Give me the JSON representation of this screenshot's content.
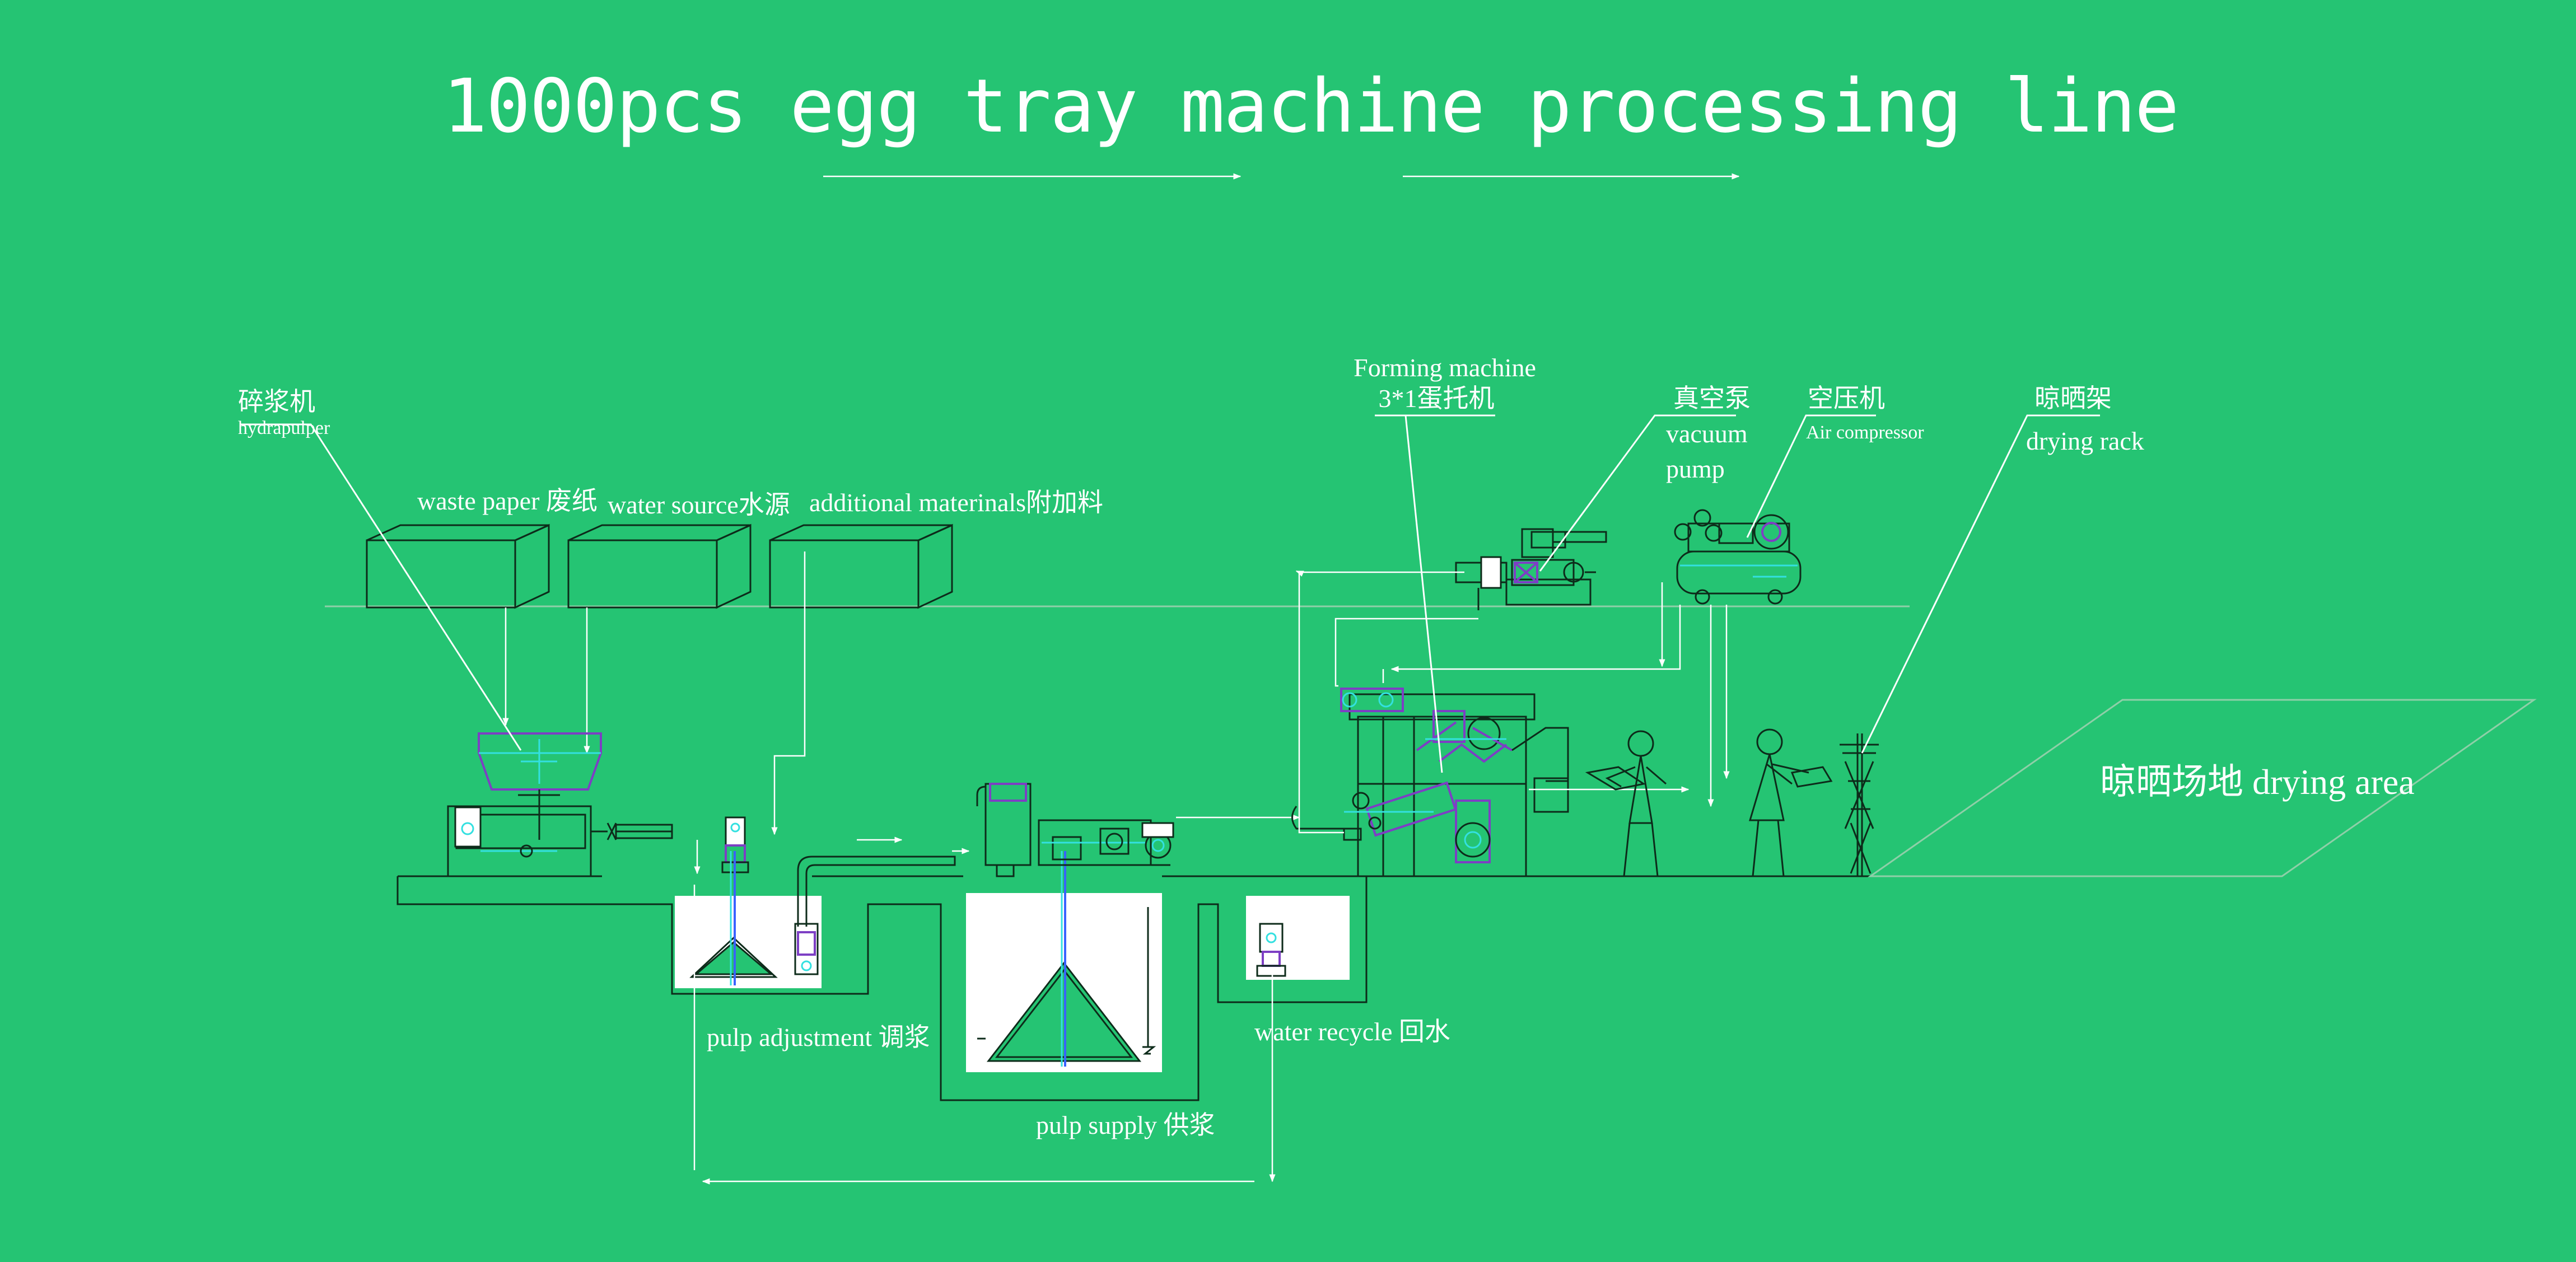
{
  "diagram": {
    "title": "1000pcs egg tray machine processing line",
    "labels": {
      "hydrapulper_cn": "碎浆机",
      "hydrapulper_en": "hydrapulper",
      "waste_paper": "waste paper 废纸",
      "water_source": "water source水源",
      "additional_materials": "additional materinals附加料",
      "forming_machine_en": "Forming machine",
      "forming_machine_cn": "3*1蛋托机",
      "vacuum_cn": "真空泵",
      "vacuum_en_1": "vacuum",
      "vacuum_en_2": "pump",
      "air_compressor_cn": "空压机",
      "air_compressor_en": "Air compressor",
      "drying_rack_cn": "晾晒架",
      "drying_rack_en": "drying rack",
      "drying_area": "晾晒场地  drying area",
      "pulp_adjustment": "pulp adjustment 调浆",
      "pulp_supply": "pulp supply 供浆",
      "water_recycle": "water recycle 回水"
    },
    "colors": {
      "background": "#25c473",
      "line_dark": "#0d2b1a",
      "line_light": "#ffffff",
      "accent_cyan": "#33e0e0",
      "accent_purple": "#7d3fc4",
      "accent_blue": "#3a62ff"
    }
  }
}
